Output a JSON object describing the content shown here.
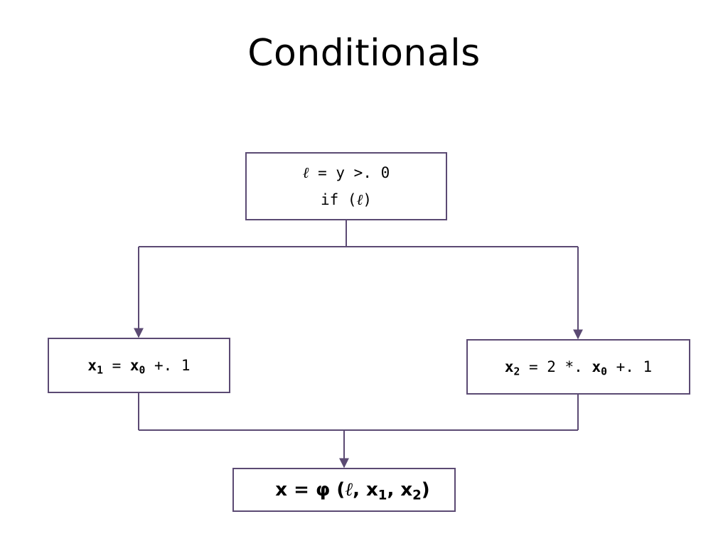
{
  "title": "Conditionals",
  "blocks": {
    "entry": {
      "line1": {
        "label": "ℓ",
        "rest": " = y >. 0"
      },
      "line2": {
        "prefix": "if (",
        "label": "ℓ",
        "suffix": ")"
      }
    },
    "then_branch": {
      "lhs_var": "x",
      "lhs_sub": "1",
      "op": " = ",
      "rhs_var": "x",
      "rhs_sub": "0",
      "rest": " +. 1"
    },
    "else_branch": {
      "lhs_var": "x",
      "lhs_sub": "2",
      "op": " = 2 *. ",
      "rhs_var": "x",
      "rhs_sub": "0",
      "rest": " +. 1"
    },
    "merge": {
      "head": "x = φ (",
      "label": "ℓ",
      "sep1": ", x",
      "sub1": "1",
      "sep2": ", x",
      "sub2": "2",
      "tail": ")"
    }
  },
  "colors": {
    "box_border": "#5b4a73",
    "connector": "#5b4a73",
    "text": "#000000"
  }
}
